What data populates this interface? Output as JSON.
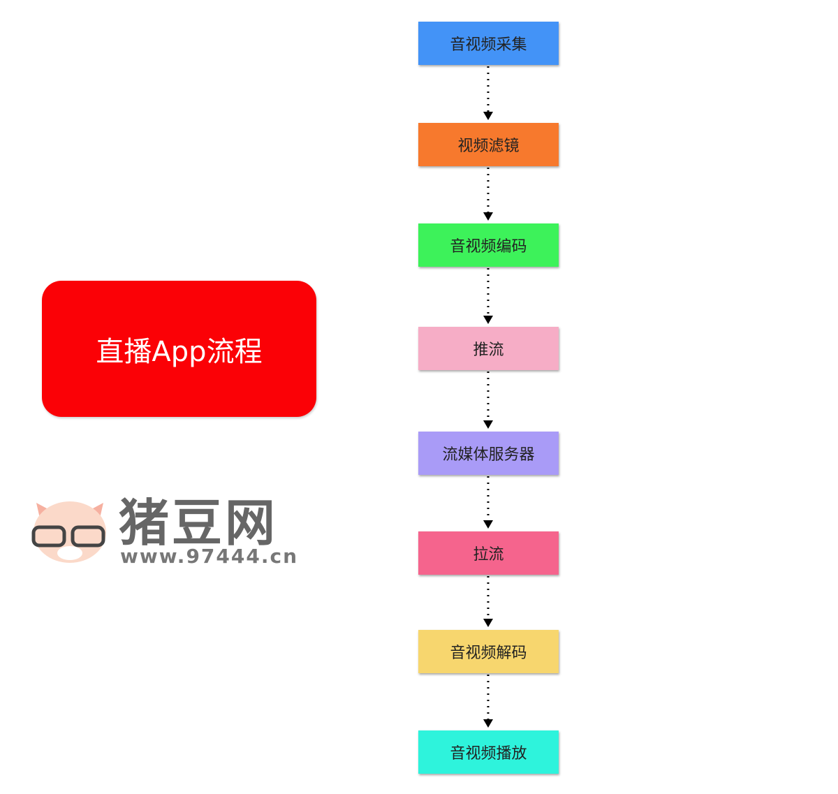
{
  "title": "直播App流程",
  "steps": [
    {
      "label": "音视频采集",
      "color": "#4393f7"
    },
    {
      "label": "视频滤镜",
      "color": "#f7792d"
    },
    {
      "label": "音视频编码",
      "color": "#3df25a"
    },
    {
      "label": "推流",
      "color": "#f6adc6"
    },
    {
      "label": "流媒体服务器",
      "color": "#a99bf7"
    },
    {
      "label": "拉流",
      "color": "#f5648d"
    },
    {
      "label": "音视频解码",
      "color": "#f7d66e"
    },
    {
      "label": "音视频播放",
      "color": "#2ef3dc"
    }
  ],
  "watermark": {
    "name": "猪豆网",
    "url": "www.97444.cn"
  }
}
